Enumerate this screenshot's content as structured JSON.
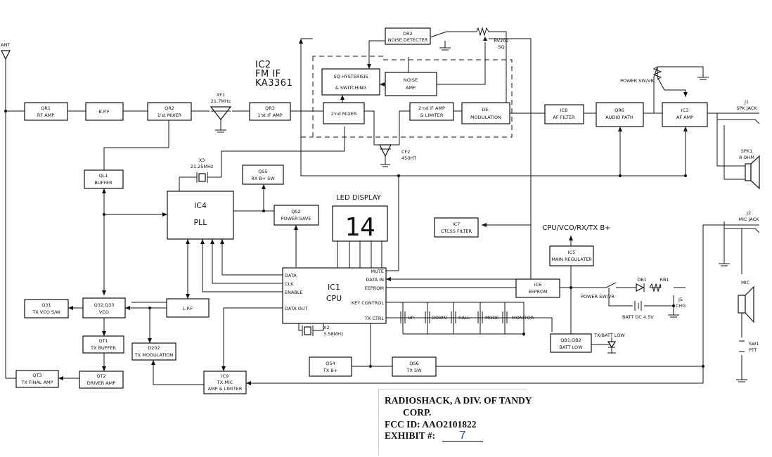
{
  "antenna": {
    "label": "ANT"
  },
  "blocks": {
    "qr1": [
      "QR1",
      "RF AMP"
    ],
    "bpf": [
      "B.P.F"
    ],
    "qr2": [
      "QR2",
      "1'st MIXER"
    ],
    "xf1": [
      "XF1",
      "21.7MHz"
    ],
    "qr3": [
      "QR3",
      "1'st IF AMP"
    ],
    "mixer2": [
      "2'nd MIXER"
    ],
    "if2": [
      "2'nd IF AMP",
      "& LIMITER"
    ],
    "demod": [
      "DE-",
      "MODULATION"
    ],
    "sq": [
      "SQ HYSTERISIS",
      "& SWITCHING"
    ],
    "dr2": [
      "DR2",
      "NOISE DETECTER"
    ],
    "noiseamp": [
      "NOISE",
      "AMP"
    ],
    "rv202": [
      "RV202",
      "SQ"
    ],
    "ic8": [
      "IC8",
      "AF FILTER"
    ],
    "qr6": [
      "QR6",
      "AUDIO PATH"
    ],
    "ic3": [
      "IC3",
      "AF AMP"
    ],
    "powersw_top": [
      "POWER SW/VR"
    ],
    "j1": [
      "J1",
      "SPK JACK"
    ],
    "spk1": [
      "SPK1",
      "8 OHM"
    ],
    "cf2": [
      "CF2",
      "450HT"
    ],
    "ql1": [
      "QL1",
      "BUFFER"
    ],
    "x3": [
      "X3",
      "21.25MHz"
    ],
    "qs5": [
      "QS5",
      "RX B+ SW"
    ],
    "qs2": [
      "QS2",
      "POWER SAVE"
    ],
    "ic7": [
      "IC7",
      "CTCSS FILTER"
    ],
    "ic5": [
      "IC5",
      "MAIN REGULATER"
    ],
    "ic6": [
      "IC6",
      "EEPROM"
    ],
    "q31": [
      "Q31",
      "TX VCO S/W"
    ],
    "q32": [
      "Q32,Q33",
      "VCO"
    ],
    "lpf": [
      "L.P.F"
    ],
    "qt1": [
      "QT1",
      "TX BUFFER"
    ],
    "qt2": [
      "QT2",
      "DRIVER AMP"
    ],
    "qt3": [
      "QT3",
      "TX FINAL AMP"
    ],
    "d202": [
      "D202",
      "TX MODULATION"
    ],
    "ic9": [
      "IC9",
      "TX MIC",
      "AMP & LIMITER"
    ],
    "qs4": [
      "QS4",
      "TX B+"
    ],
    "qs6": [
      "QS6",
      "TX SW"
    ],
    "qb1": [
      "QB1,QB2",
      "BATT LOW"
    ],
    "x2": [
      "X2",
      "3.58MHz"
    ],
    "j2": [
      "J2",
      "MIC JACK"
    ],
    "mic": [
      "MIC"
    ],
    "sw1": [
      "SW1",
      "PTT"
    ],
    "db1": [
      "DB1"
    ],
    "rb1": [
      "RB1"
    ],
    "j5": [
      "J5",
      "CHG"
    ],
    "batt": [
      "BATT  DC 4.5V"
    ],
    "powersw_bot": [
      "POWER SW/VR"
    ],
    "txbatt": [
      "TX/BATT LOW"
    ],
    "supply": [
      "CPU/VCO/RX/TX B+"
    ]
  },
  "ic2": {
    "line1": "IC2",
    "line2": "FM IF",
    "line3": "KA3361"
  },
  "ic4": {
    "line1": "IC4",
    "line2": "PLL"
  },
  "ic1": {
    "line1": "IC1",
    "line2": "CPU",
    "pins_left": [
      "DATA",
      "CLK",
      "ENABLE",
      "DATA OUT"
    ],
    "pins_right": [
      "MUTE",
      "DATA IN",
      "EEPROM",
      "KEY CONTROL",
      "TX CTRL"
    ]
  },
  "led": {
    "title": "LED DISPLAY",
    "digits": "14"
  },
  "keys": [
    "UP",
    "DOWN",
    "CALL",
    "MODE",
    "MONITOR"
  ],
  "stamp": {
    "line1": "RADIOSHACK, A DIV. OF TANDY",
    "line2": "CORP.",
    "line3": "FCC ID: AAO2101822",
    "line4": "EXHIBIT #:",
    "exhibit_value": "7"
  }
}
